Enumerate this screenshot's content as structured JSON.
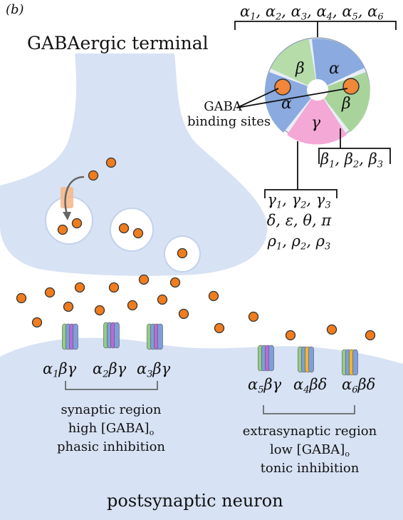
{
  "panel_label": "(b)",
  "terminal_label": "GABAergic terminal",
  "neuron_label": "postsynaptic neuron",
  "binding": {
    "line1": "GABA",
    "line2": "binding sites"
  },
  "subunit_labels": [
    "β",
    "α",
    "α",
    "β",
    "γ"
  ],
  "alpha_list": [
    "α",
    "1",
    "α",
    "2",
    "α",
    "3",
    "α",
    "4",
    "α",
    "5",
    "α",
    "6"
  ],
  "beta_list": [
    "β",
    "1",
    "β",
    "2",
    "β",
    "3"
  ],
  "gamma_list": {
    "row1": [
      "γ",
      "1",
      "γ",
      "2",
      "γ",
      "3"
    ],
    "row2": "δ, ε, θ, π",
    "row3": [
      "ρ",
      "1",
      "ρ",
      "2",
      "ρ",
      "3"
    ]
  },
  "synaptic_receptors": [
    {
      "a": "α",
      "n": "1",
      "rest": "βγ"
    },
    {
      "a": "α",
      "n": "2",
      "rest": "βγ"
    },
    {
      "a": "α",
      "n": "3",
      "rest": "βγ"
    }
  ],
  "extrasynaptic_receptors": [
    {
      "a": "α",
      "n": "5",
      "rest": "βγ"
    },
    {
      "a": "α",
      "n": "4",
      "rest": "βδ"
    },
    {
      "a": "α",
      "n": "6",
      "rest": "βδ"
    }
  ],
  "synaptic_text": {
    "line1": "synaptic region",
    "line2_a": "high [GABA]",
    "line2_sub": "o",
    "line3": "phasic inhibition"
  },
  "extrasynaptic_text": {
    "line1": "extrasynaptic region",
    "line2_a": "low [GABA]",
    "line2_sub": "o",
    "line3": "tonic inhibition"
  },
  "colors": {
    "cell": "#d7e2f4",
    "vesicle_rim": "#cbd8ee",
    "gaba": "#ef7d1e",
    "alpha": "#7d9fdc",
    "beta": "#93cc86",
    "gamma": "#ef9fd1",
    "delta": "#f2b62b",
    "receptor_purple": "#b96ad6"
  }
}
